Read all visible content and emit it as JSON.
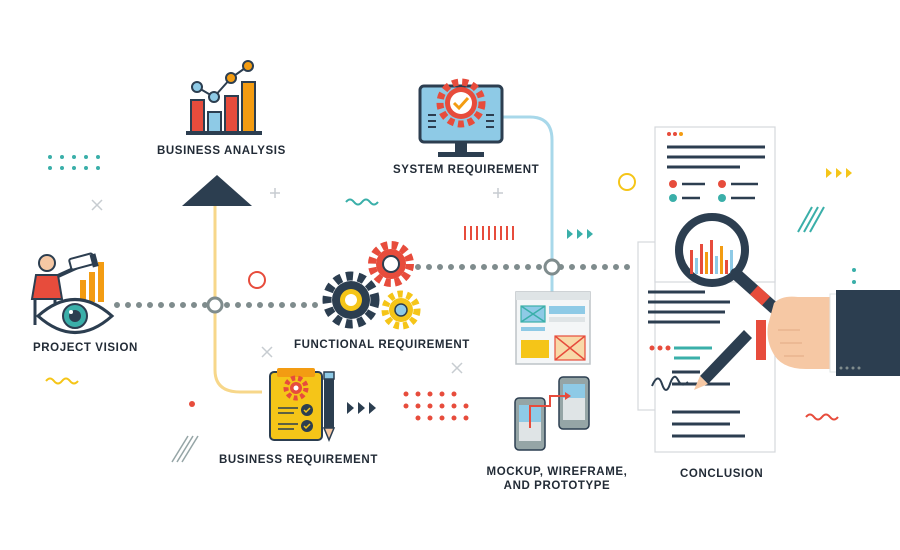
{
  "colors": {
    "navy": "#2c3e50",
    "red": "#e74c3c",
    "orange": "#f39c12",
    "yellow": "#f5c518",
    "light_blue": "#8ecae6",
    "sky": "#a8d8ea",
    "teal": "#3aafa9",
    "gray": "#7f8c8d",
    "skin": "#f6c8a4"
  },
  "labels": {
    "project_vision": "PROJECT VISION",
    "business_analysis": "BUSINESS ANALYSIS",
    "business_requirement": "BUSINESS REQUIREMENT",
    "functional_requirement": "FUNCTIONAL REQUIREMENT",
    "system_requirement": "SYSTEM REQUIREMENT",
    "mockup": "MOCKUP, WIREFRAME, AND PROTOTYPE",
    "conclusion": "CONCLUSION"
  },
  "icons": [
    "person-telescope-icon",
    "eye-icon",
    "bar-chart-icon",
    "up-triangle-arrow-icon",
    "monitor-gear-icon",
    "gears-icon",
    "clipboard-checklist-icon",
    "pencil-icon",
    "wireframe-icon",
    "phones-prototype-icon",
    "document-stack-icon",
    "magnifier-icon",
    "hand-icon"
  ]
}
